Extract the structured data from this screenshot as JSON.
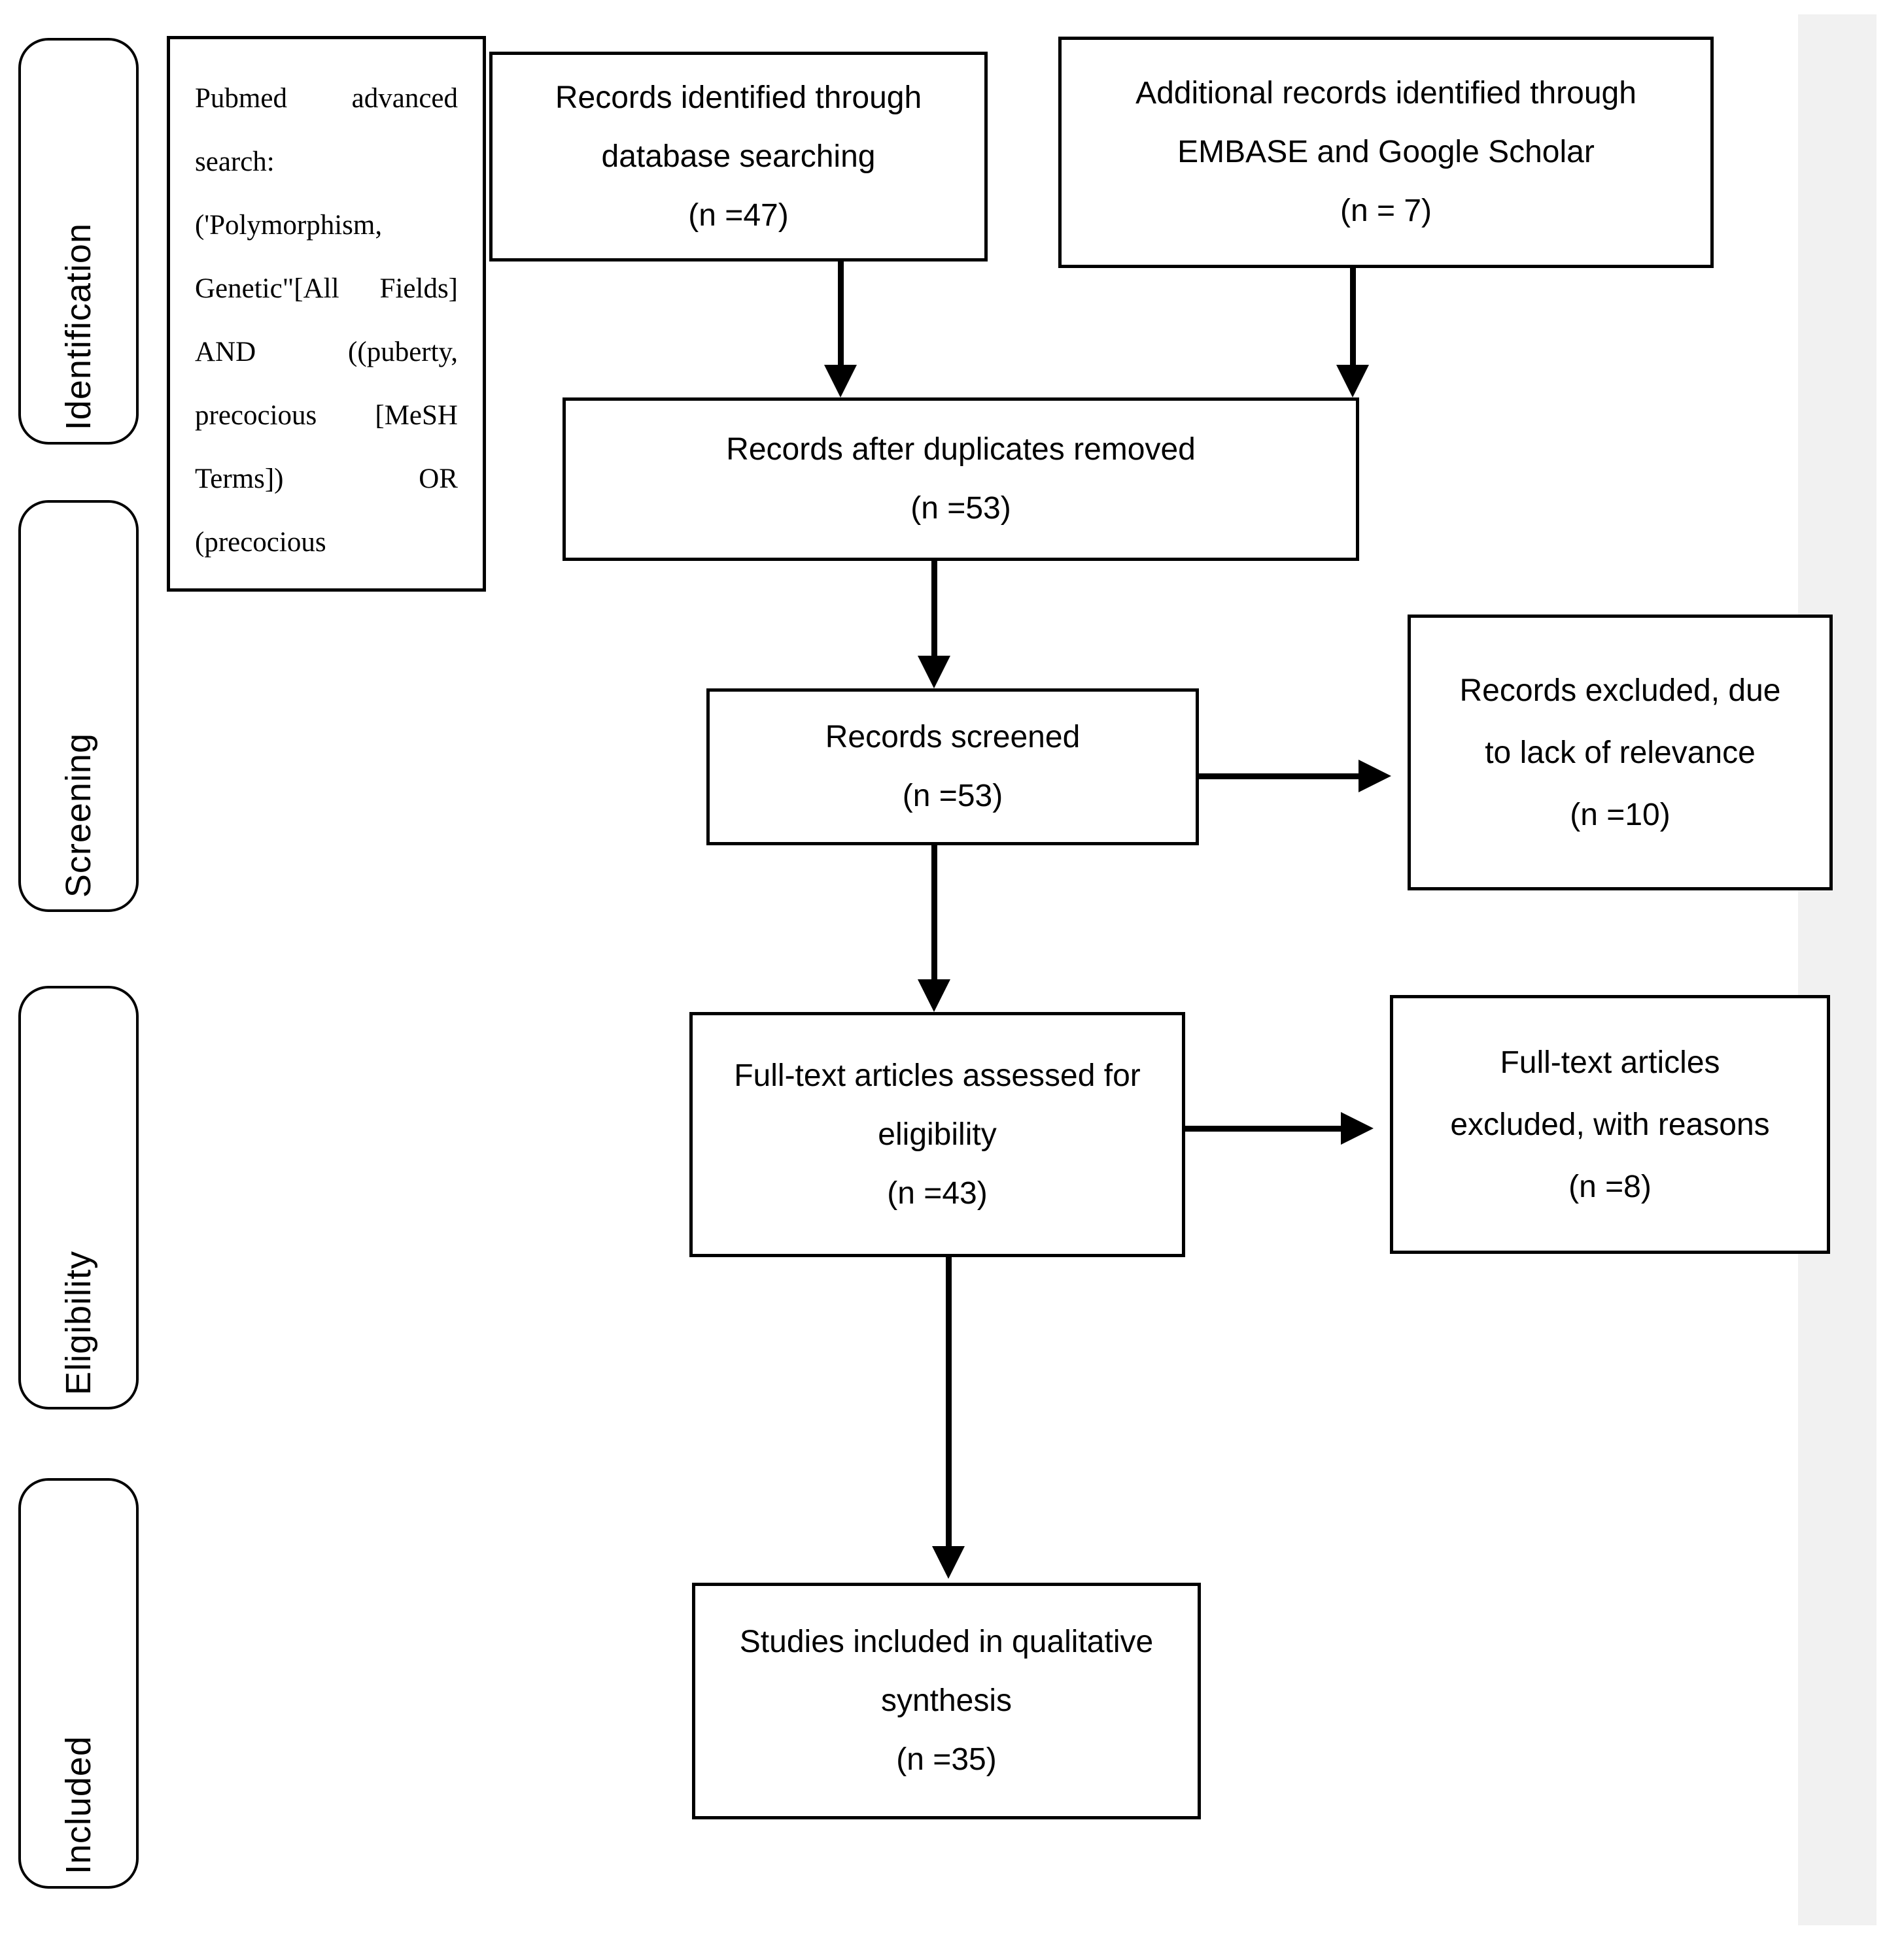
{
  "diagram": {
    "type": "prisma-flow",
    "colors": {
      "line": "#000000",
      "background": "#ffffff",
      "margin_band": "#f1f1f1"
    },
    "stages": [
      {
        "label": "Identification"
      },
      {
        "label": "Screening"
      },
      {
        "label": "Eligibility"
      },
      {
        "label": "Included"
      }
    ],
    "search_note": {
      "lines": [
        "Pubmed advanced",
        "search:",
        "('Polymorphism,",
        "Genetic\"[All Fields]",
        "AND ((puberty,",
        "precocious [MeSH",
        "Terms]) OR",
        "(precocious"
      ]
    },
    "boxes": {
      "records_identified": {
        "lines": [
          "Records identified through",
          "database searching",
          "(n =47)"
        ]
      },
      "additional_records": {
        "lines": [
          "Additional records identified through",
          "EMBASE and Google Scholar",
          "(n = 7)"
        ]
      },
      "duplicates_removed": {
        "lines": [
          "Records after duplicates removed",
          "(n =53)"
        ]
      },
      "records_screened": {
        "lines": [
          "Records screened",
          "(n =53)"
        ]
      },
      "records_excluded": {
        "lines": [
          "Records excluded, due",
          "to lack of relevance",
          "(n =10)"
        ]
      },
      "fulltext_assessed": {
        "lines": [
          "Full-text articles assessed for",
          "eligibility",
          "(n =43)"
        ]
      },
      "fulltext_excluded": {
        "lines": [
          "Full-text articles",
          "excluded, with reasons",
          "(n =8)"
        ]
      },
      "studies_included": {
        "lines": [
          "Studies included in qualitative",
          "synthesis",
          "(n =35)"
        ]
      }
    }
  }
}
